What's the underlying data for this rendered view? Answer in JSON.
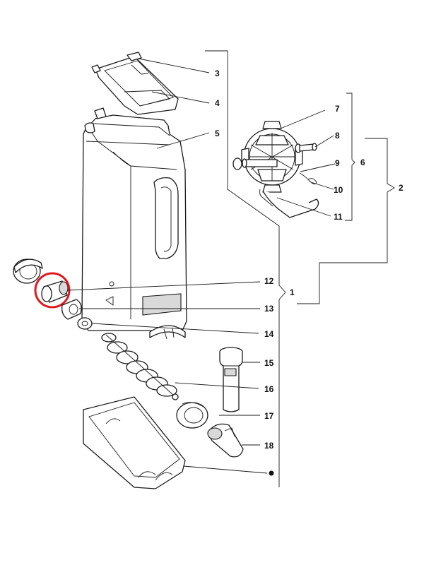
{
  "callouts": {
    "c3": "3",
    "c4": "4",
    "c5": "5",
    "c7": "7",
    "c8": "8",
    "c9": "9",
    "c10": "10",
    "c11": "11",
    "c6": "6",
    "c2": "2",
    "c12": "12",
    "c1": "1",
    "c13": "13",
    "c14": "14",
    "c15": "15",
    "c16": "16",
    "c17": "17",
    "c18": "18"
  },
  "colors": {
    "highlight": "#e0191f",
    "line": "#1a1a1a",
    "fill": "#ffffff",
    "shade": "#d9d9d9"
  },
  "highlighted_part": "12"
}
